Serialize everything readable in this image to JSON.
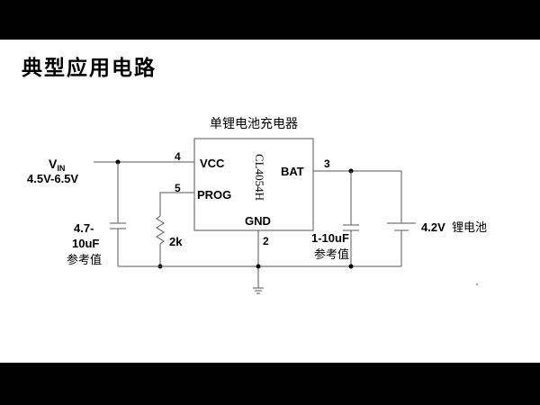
{
  "title": "典型应用电路",
  "chip": {
    "caption": "单锂电池充电器",
    "part_number": "CL4054H",
    "pins": {
      "vcc": {
        "label": "VCC",
        "number": "4"
      },
      "prog": {
        "label": "PROG",
        "number": "5"
      },
      "bat": {
        "label": "BAT",
        "number": "3"
      },
      "gnd": {
        "label": "GND",
        "number": "2"
      }
    }
  },
  "input": {
    "v_main": "V",
    "v_sub": "IN",
    "range": "4.5V-6.5V"
  },
  "input_cap": {
    "value_line1": "4.7-",
    "value_line2": "10uF",
    "note": "参考值"
  },
  "prog_resistor": {
    "value": "2k"
  },
  "output_cap": {
    "value": "1-10uF",
    "note": "参考值"
  },
  "battery": {
    "value": "4.2V",
    "name": "锂电池"
  }
}
